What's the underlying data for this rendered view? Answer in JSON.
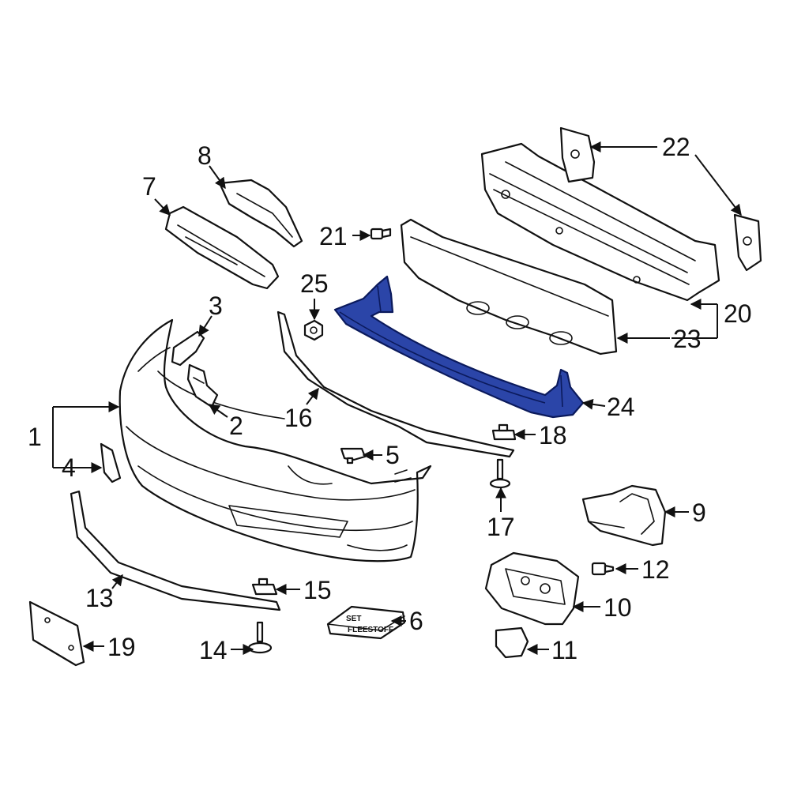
{
  "callouts": {
    "c1": "1",
    "c2": "2",
    "c3": "3",
    "c4": "4",
    "c5": "5",
    "c6": "6",
    "c7": "7",
    "c8": "8",
    "c9": "9",
    "c10": "10",
    "c11": "11",
    "c12": "12",
    "c13": "13",
    "c14": "14",
    "c15": "15",
    "c16": "16",
    "c17": "17",
    "c18": "18",
    "c19": "19",
    "c20": "20",
    "c21": "21",
    "c22": "22",
    "c23": "23",
    "c24": "24",
    "c25": "25"
  },
  "label_6": {
    "line1": "SET",
    "line2": "FLEESTOFF"
  },
  "colors": {
    "highlight": "#2b45a8",
    "outline": "#111111",
    "background": "#ffffff"
  }
}
